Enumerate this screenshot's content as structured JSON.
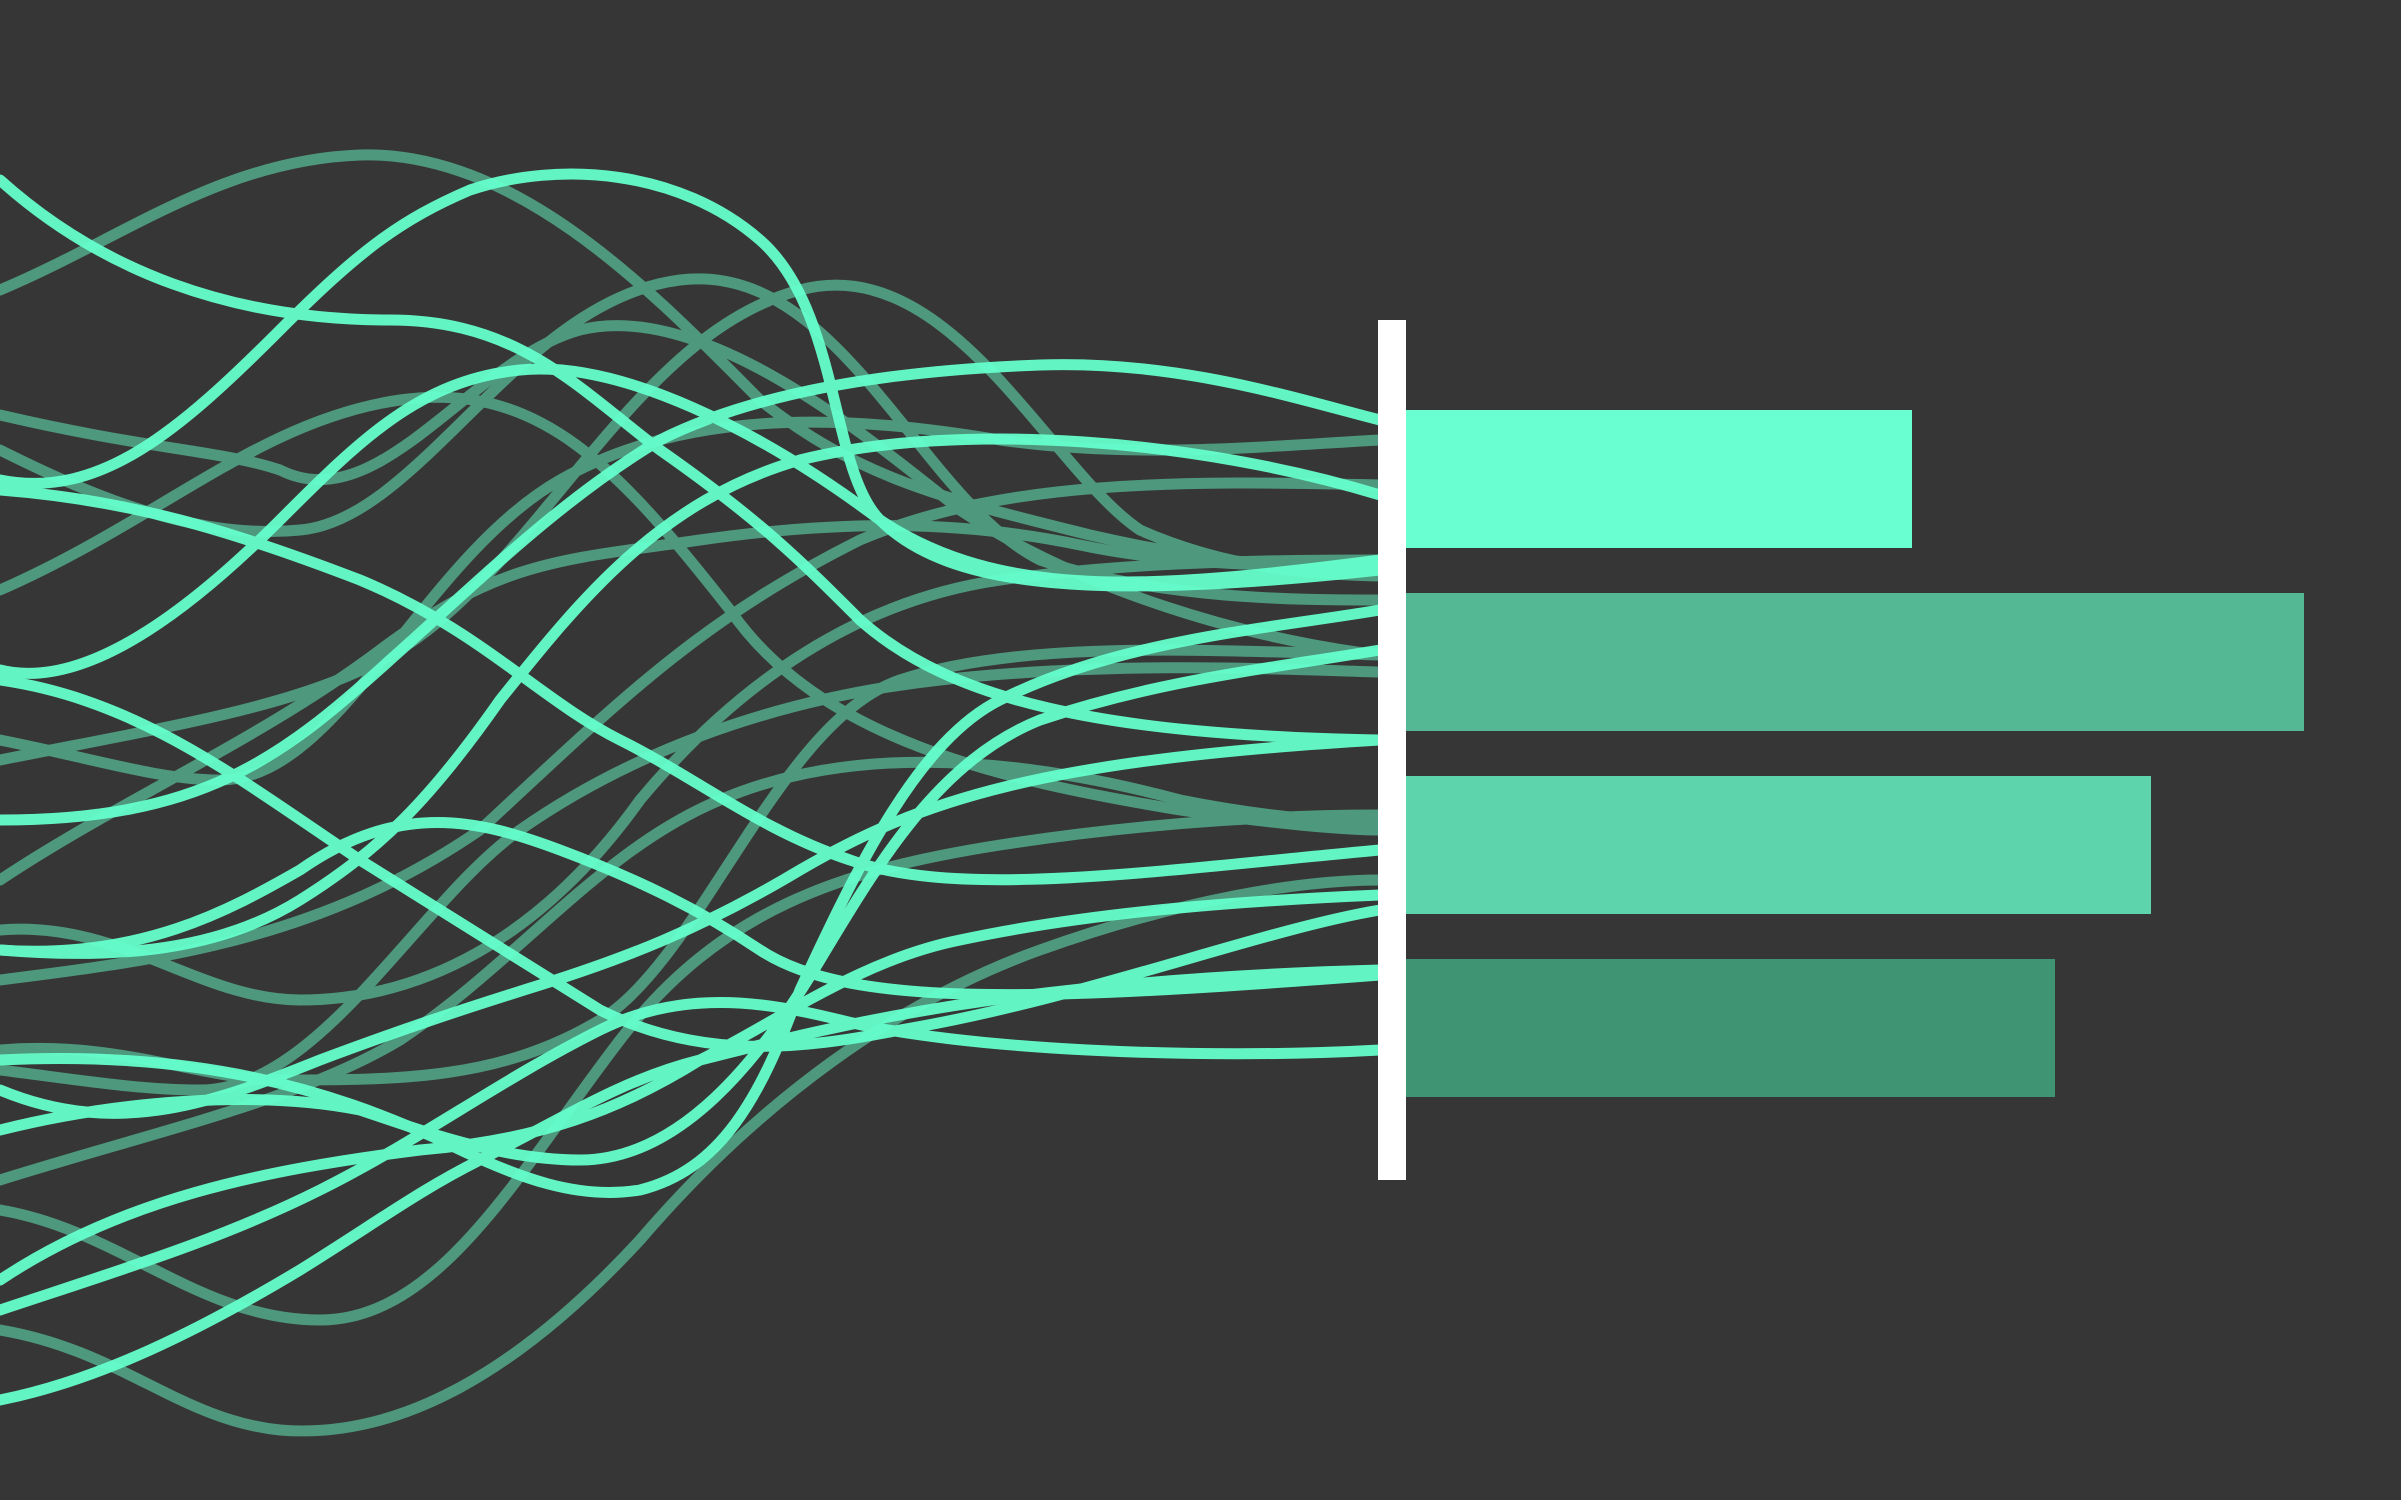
{
  "colors": {
    "background": "#363636",
    "divider": "#ffffff",
    "curve_bright": "#66ffcc",
    "curve_muted": "#5fd9ae"
  },
  "bars": [
    {
      "value": 0.53,
      "color": "#69ffd1"
    },
    {
      "value": 0.94,
      "color": "#54b894"
    },
    {
      "value": 0.78,
      "color": "#5dd4ab"
    },
    {
      "value": 0.68,
      "color": "#3f9474"
    }
  ]
}
